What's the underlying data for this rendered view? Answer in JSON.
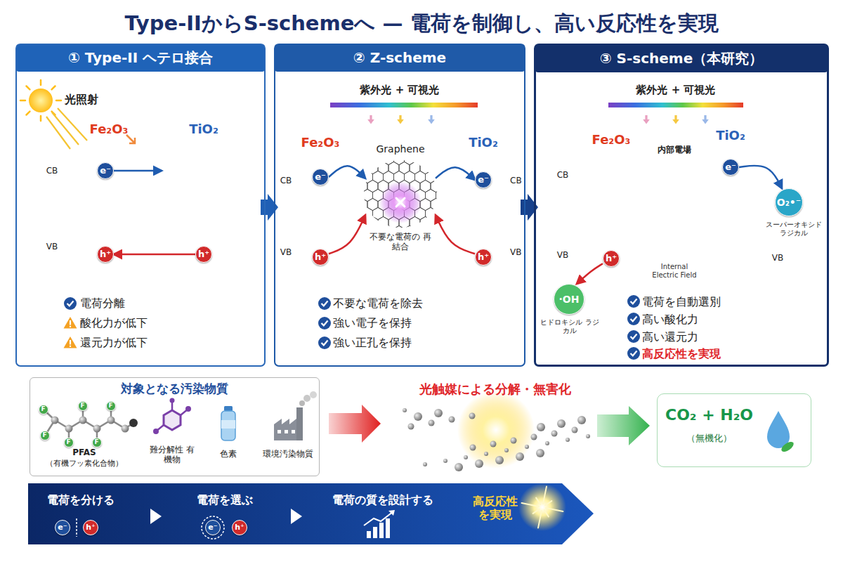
{
  "diagram": {
    "title": "Type-IIからS-schemeへ — 電荷を制御し、高い反応性を実現",
    "nodes": [
      {
        "text": [
          "① Type-II ヘテロ接合"
        ]
      },
      {
        "text": [
          "Fe₂O₃"
        ],
        "in": 0
      },
      {
        "text": [
          "e⁻"
        ],
        "in": 1
      },
      {
        "text": [
          "h⁺"
        ],
        "in": 1
      },
      {
        "text": [
          "TiO₂"
        ],
        "in": 0
      },
      {
        "text": [
          "h⁺"
        ],
        "in": 4
      },
      {
        "text": [
          "② Z-scheme"
        ]
      },
      {
        "text": [
          "Fe₂O₃"
        ],
        "in": 6
      },
      {
        "text": [
          "e⁻"
        ],
        "in": 7
      },
      {
        "text": [
          "h⁺"
        ],
        "in": 7
      },
      {
        "text": [
          "Graphene",
          "不要な電荷の 再結合"
        ],
        "in": 6
      },
      {
        "text": [
          "TiO₂"
        ],
        "in": 6
      },
      {
        "text": [
          "e⁻"
        ],
        "in": 11
      },
      {
        "text": [
          "h⁺"
        ],
        "in": 11
      },
      {
        "text": [
          "③ S-scheme（本研究）"
        ]
      },
      {
        "text": [
          "Fe₂O₃"
        ],
        "in": 14
      },
      {
        "text": [
          "h⁺"
        ],
        "in": 15
      },
      {
        "text": [
          "内部電場",
          "Internal Electric Field"
        ],
        "in": 14
      },
      {
        "text": [
          "TiO₂"
        ],
        "in": 14
      },
      {
        "text": [
          "e⁻"
        ],
        "in": 18
      },
      {
        "text": [
          "O₂•⁻",
          "スーパーオキシド ラジカル"
        ],
        "in": 14
      },
      {
        "text": [
          "·OH",
          "ヒドロキシル ラジカル"
        ],
        "in": 14
      },
      {
        "text": [
          "対象となる汚染物質"
        ]
      },
      {
        "text": [
          "F"
        ],
        "in": 22
      },
      {
        "text": [
          "F"
        ],
        "in": 22
      },
      {
        "text": [
          "F"
        ],
        "in": 22
      },
      {
        "text": [
          "F"
        ],
        "in": 22
      },
      {
        "text": [
          "F"
        ],
        "in": 22
      },
      {
        "text": [
          "F"
        ],
        "in": 22
      },
      {
        "text": [
          "CO₂ + H₂O",
          "（無機化）"
        ]
      },
      {
        "text": [
          "電荷を分ける",
          "電荷を選ぶ",
          "電荷の質を設計する",
          "高反応性 を実現"
        ]
      },
      {
        "text": [
          "e⁻"
        ],
        "in": 30
      },
      {
        "text": [
          "h⁺"
        ],
        "in": 30
      },
      {
        "text": [
          "e⁻"
        ],
        "in": 30
      },
      {
        "text": [
          "h⁺"
        ],
        "in": 30
      }
    ],
    "edges": [
      {
        "from": 2,
        "to": 4,
        "arrow": "to"
      },
      {
        "from": 5,
        "to": 3,
        "arrow": "to"
      },
      {
        "from": 8,
        "to": 10,
        "arrow": "to"
      },
      {
        "from": 10,
        "to": 12,
        "arrow": "to"
      },
      {
        "from": 9,
        "to": 10,
        "arrow": "to"
      },
      {
        "from": 13,
        "to": 10,
        "arrow": "to"
      },
      {
        "from": 19,
        "to": 20,
        "arrow": "to"
      },
      {
        "from": 16,
        "to": 21,
        "arrow": "to"
      }
    ],
    "labels": [
      "光照射",
      "CB",
      "VB",
      "電荷分離",
      "酸化力が低下",
      "還元力が低下",
      "紫外光 + 可視光",
      "CB",
      "VB",
      "CB",
      "VB",
      "不要な電荷を除去",
      "強い電子を保持",
      "強い正孔を保持",
      "紫外光 + 可視光",
      "CB",
      "VB",
      "VB",
      "電荷を自動選別",
      "高い酸化力",
      "高い還元力",
      "高反応性を実現",
      "PFAS",
      "（有機フッ素化合物）",
      "難分解性 有機物",
      "色素",
      "環境汚染物質",
      "光触媒による分解・無害化"
    ]
  }
}
